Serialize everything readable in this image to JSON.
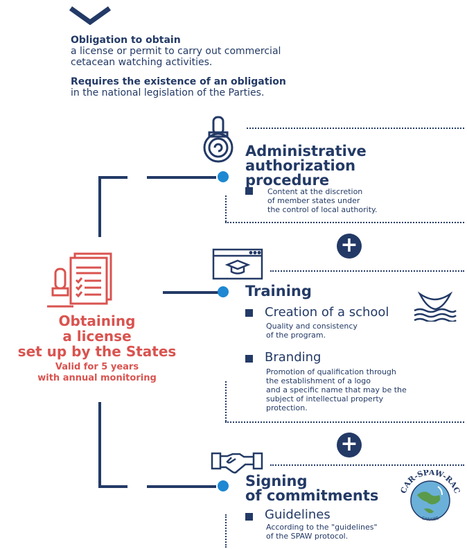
{
  "intro": {
    "obligation_title": "Obligation to obtain",
    "obligation_line1": "a license or permit to carry out commercial",
    "obligation_line2": "cetacean watching activities.",
    "requires_title": "Requires the existence of an obligation",
    "requires_line1": "in the national legislation of the Parties."
  },
  "center": {
    "title_line1": "Obtaining",
    "title_line2": "a license",
    "title_line3": "set up by the States",
    "valid_line1": "Valid for 5 years",
    "valid_line2": "with annual monitoring"
  },
  "admin": {
    "title_line1": "Administrative",
    "title_line2": "authorization",
    "title_line3": "procedure",
    "text_line1": "Content at the discretion",
    "text_line2": "of member states under",
    "text_line3": "the control of local authority."
  },
  "training": {
    "title": "Training",
    "school_title": "Creation of a school",
    "school_line1": "Quality and consistency",
    "school_line2": "of the program.",
    "branding_title": "Branding",
    "branding_line1": "Promotion of qualification through",
    "branding_line2": "the establishment of a logo",
    "branding_line3": "and a specific name that may be the",
    "branding_line4": "subject of intellectual property",
    "branding_line5": "protection."
  },
  "signing": {
    "title_line1": "Signing",
    "title_line2": "of commitments",
    "guidelines_title": "Guidelines",
    "guidelines_line1": "According to the \"guidelines\"",
    "guidelines_line2": "of the SPAW protocol."
  },
  "logo": {
    "text_top": "CAR-SPAW-RAC",
    "text_bottom": "CARAIBE"
  },
  "plus_symbol": "+",
  "colors": {
    "navy": "#233a66",
    "red": "#d9534f",
    "blue_dot": "#1e88d2"
  }
}
